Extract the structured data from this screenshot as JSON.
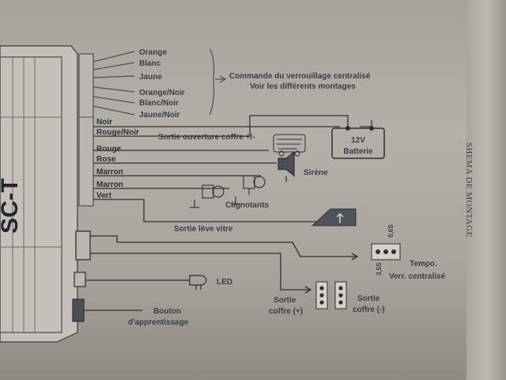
{
  "module": {
    "name": "SC-T"
  },
  "top_wires": [
    "Orange",
    "Blanc",
    "Jaune",
    "Orange/Noir",
    "Blanc/Noir",
    "Jaune/Noir"
  ],
  "lock_note": [
    "Commande du verrouillage centralisé",
    "Voir les différents montages"
  ],
  "wires": [
    {
      "label": "Noir"
    },
    {
      "label": "Rouge/Noir"
    },
    {
      "label": "Rouge"
    },
    {
      "label": "Rose"
    },
    {
      "label": "Marron"
    },
    {
      "label": "Marron"
    },
    {
      "label": "Vert"
    }
  ],
  "battery": {
    "line1": "12V",
    "line2": "Batterie"
  },
  "labels": {
    "trunk_output": "Sortie ouverture coffre +/-",
    "siren": "Sirène",
    "blinkers": "Clignotants",
    "window_output": "Sortie lève vitre",
    "led": "LED",
    "button_line1": "Bouton",
    "button_line2": "d'apprentissage",
    "tempo_line1": "Tempo.",
    "tempo_line2": "Verr. centralisé",
    "tempo_a": "0,6S",
    "tempo_b": "3,5S",
    "coffre_plus_line1": "Sortie",
    "coffre_plus_line2": "coffre (+)",
    "coffre_minus_line1": "Sortie",
    "coffre_minus_line2": "coffre (-)",
    "side_title": "SHEMA DE MONTAGE"
  }
}
